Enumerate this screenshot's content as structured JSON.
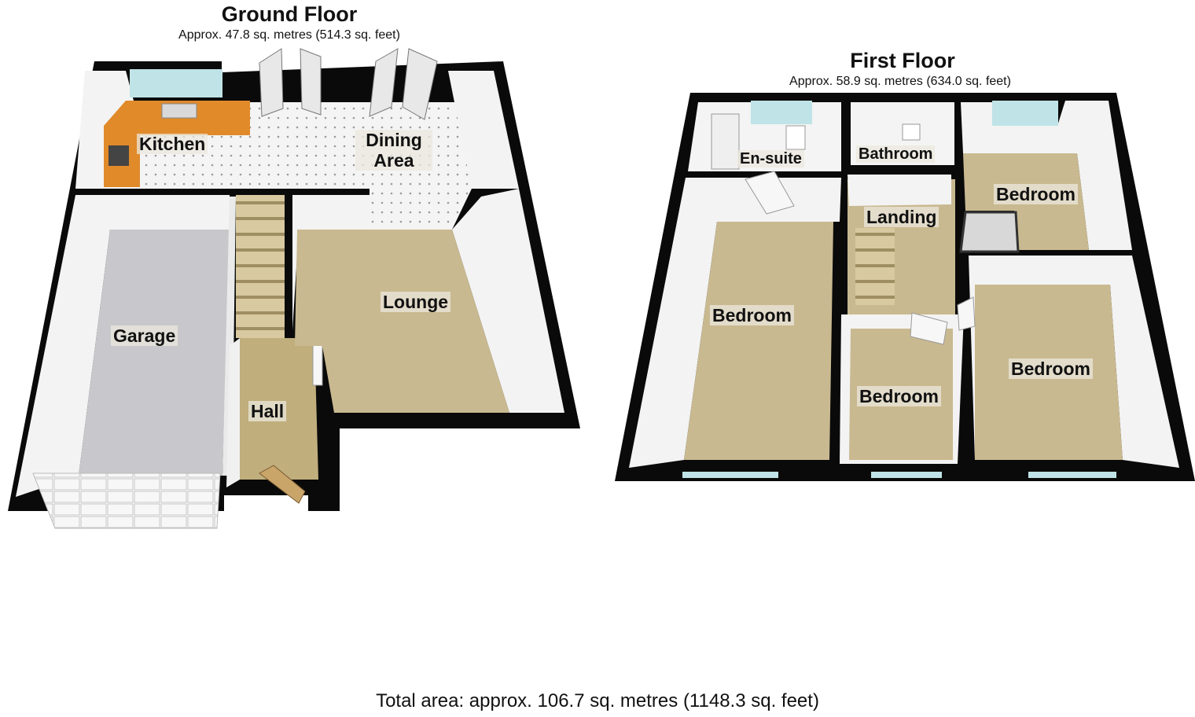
{
  "ground_floor": {
    "title": "Ground Floor",
    "area": "Approx. 47.8 sq. metres (514.3 sq. feet)",
    "rooms": {
      "kitchen": "Kitchen",
      "dining_area": "Dining Area",
      "lounge": "Lounge",
      "garage": "Garage",
      "hall": "Hall"
    }
  },
  "first_floor": {
    "title": "First Floor",
    "area": "Approx. 58.9 sq. metres (634.0 sq. feet)",
    "rooms": {
      "en_suite": "En-suite",
      "bathroom": "Bathroom",
      "landing": "Landing",
      "bedroom_right_top": "Bedroom",
      "bedroom_left": "Bedroom",
      "bedroom_center": "Bedroom",
      "bedroom_right_bottom": "Bedroom"
    }
  },
  "total_area": "Total area: approx. 106.7 sq. metres (1148.3 sq. feet)",
  "colors": {
    "wall": "#0a0a0a",
    "wall_face": "#f4f4f4",
    "carpet": "#c9b990",
    "garage_floor": "#c8c8cc",
    "tile_floor": "#f2f2f2",
    "kitchen_worktop": "#e08a2a",
    "window": "#bfe3e6"
  }
}
